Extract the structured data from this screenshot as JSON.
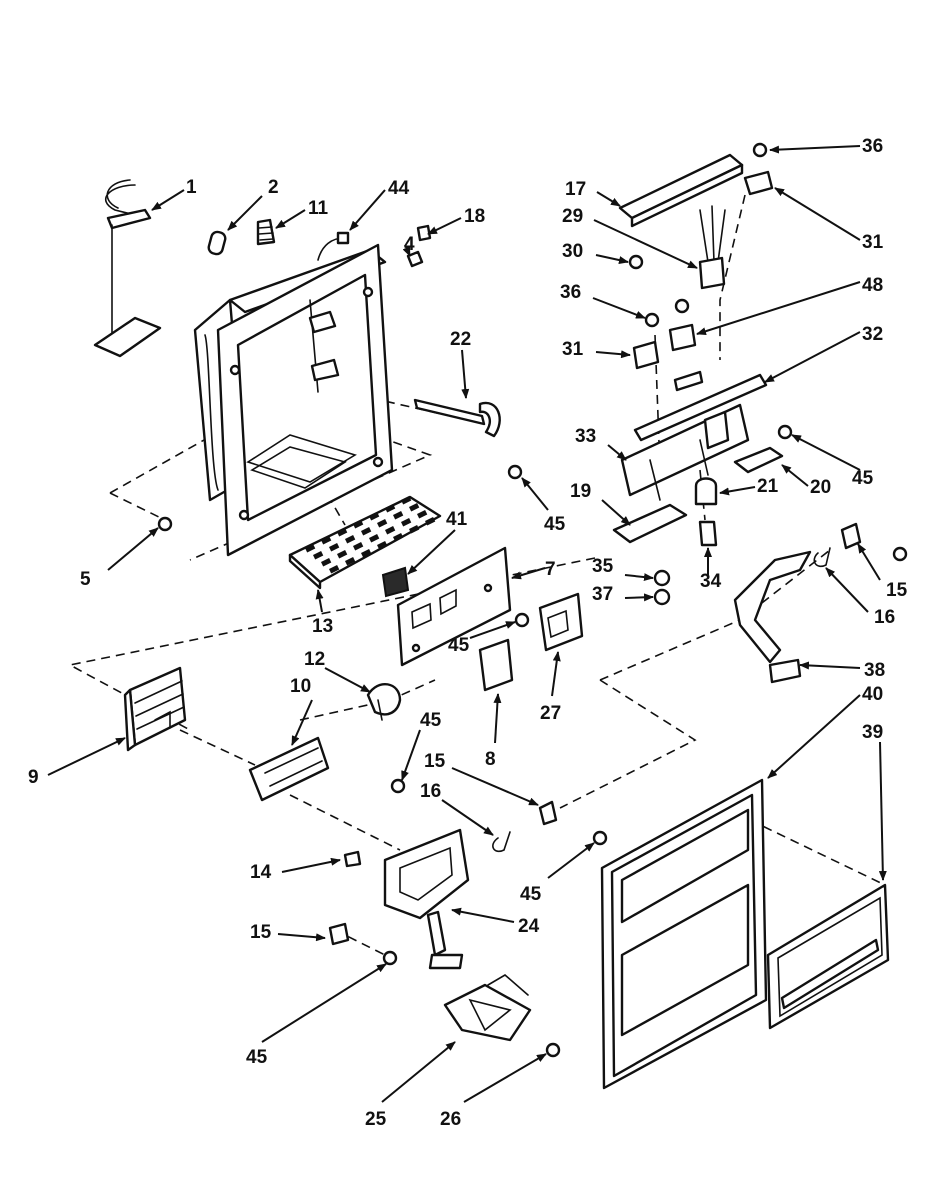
{
  "callouts": [
    {
      "id": "c1",
      "label": "1"
    },
    {
      "id": "c2",
      "label": "2"
    },
    {
      "id": "c11",
      "label": "11"
    },
    {
      "id": "c44",
      "label": "44"
    },
    {
      "id": "c4",
      "label": "4"
    },
    {
      "id": "c18",
      "label": "18"
    },
    {
      "id": "c22",
      "label": "22"
    },
    {
      "id": "c5",
      "label": "5"
    },
    {
      "id": "c45a",
      "label": "45"
    },
    {
      "id": "c41",
      "label": "41"
    },
    {
      "id": "c7",
      "label": "7"
    },
    {
      "id": "c13",
      "label": "13"
    },
    {
      "id": "c45b",
      "label": "45"
    },
    {
      "id": "c12",
      "label": "12"
    },
    {
      "id": "c45c",
      "label": "45"
    },
    {
      "id": "c10",
      "label": "10"
    },
    {
      "id": "c9",
      "label": "9"
    },
    {
      "id": "c8",
      "label": "8"
    },
    {
      "id": "c27",
      "label": "27"
    },
    {
      "id": "c15a",
      "label": "15"
    },
    {
      "id": "c16a",
      "label": "16"
    },
    {
      "id": "c14",
      "label": "14"
    },
    {
      "id": "c45d",
      "label": "45"
    },
    {
      "id": "c24",
      "label": "24"
    },
    {
      "id": "c15b",
      "label": "15"
    },
    {
      "id": "c45e",
      "label": "45"
    },
    {
      "id": "c25",
      "label": "25"
    },
    {
      "id": "c26",
      "label": "26"
    },
    {
      "id": "c36a",
      "label": "36"
    },
    {
      "id": "c17",
      "label": "17"
    },
    {
      "id": "c29",
      "label": "29"
    },
    {
      "id": "c31a",
      "label": "31"
    },
    {
      "id": "c30",
      "label": "30"
    },
    {
      "id": "c36b",
      "label": "36"
    },
    {
      "id": "c48",
      "label": "48"
    },
    {
      "id": "c31b",
      "label": "31"
    },
    {
      "id": "c32",
      "label": "32"
    },
    {
      "id": "c33",
      "label": "33"
    },
    {
      "id": "c45f",
      "label": "45"
    },
    {
      "id": "c21",
      "label": "21"
    },
    {
      "id": "c20",
      "label": "20"
    },
    {
      "id": "c19",
      "label": "19"
    },
    {
      "id": "c35",
      "label": "35"
    },
    {
      "id": "c37",
      "label": "37"
    },
    {
      "id": "c34",
      "label": "34"
    },
    {
      "id": "c15c",
      "label": "15"
    },
    {
      "id": "c16b",
      "label": "16"
    },
    {
      "id": "c38",
      "label": "38"
    },
    {
      "id": "c40",
      "label": "40"
    },
    {
      "id": "c39",
      "label": "39"
    }
  ]
}
